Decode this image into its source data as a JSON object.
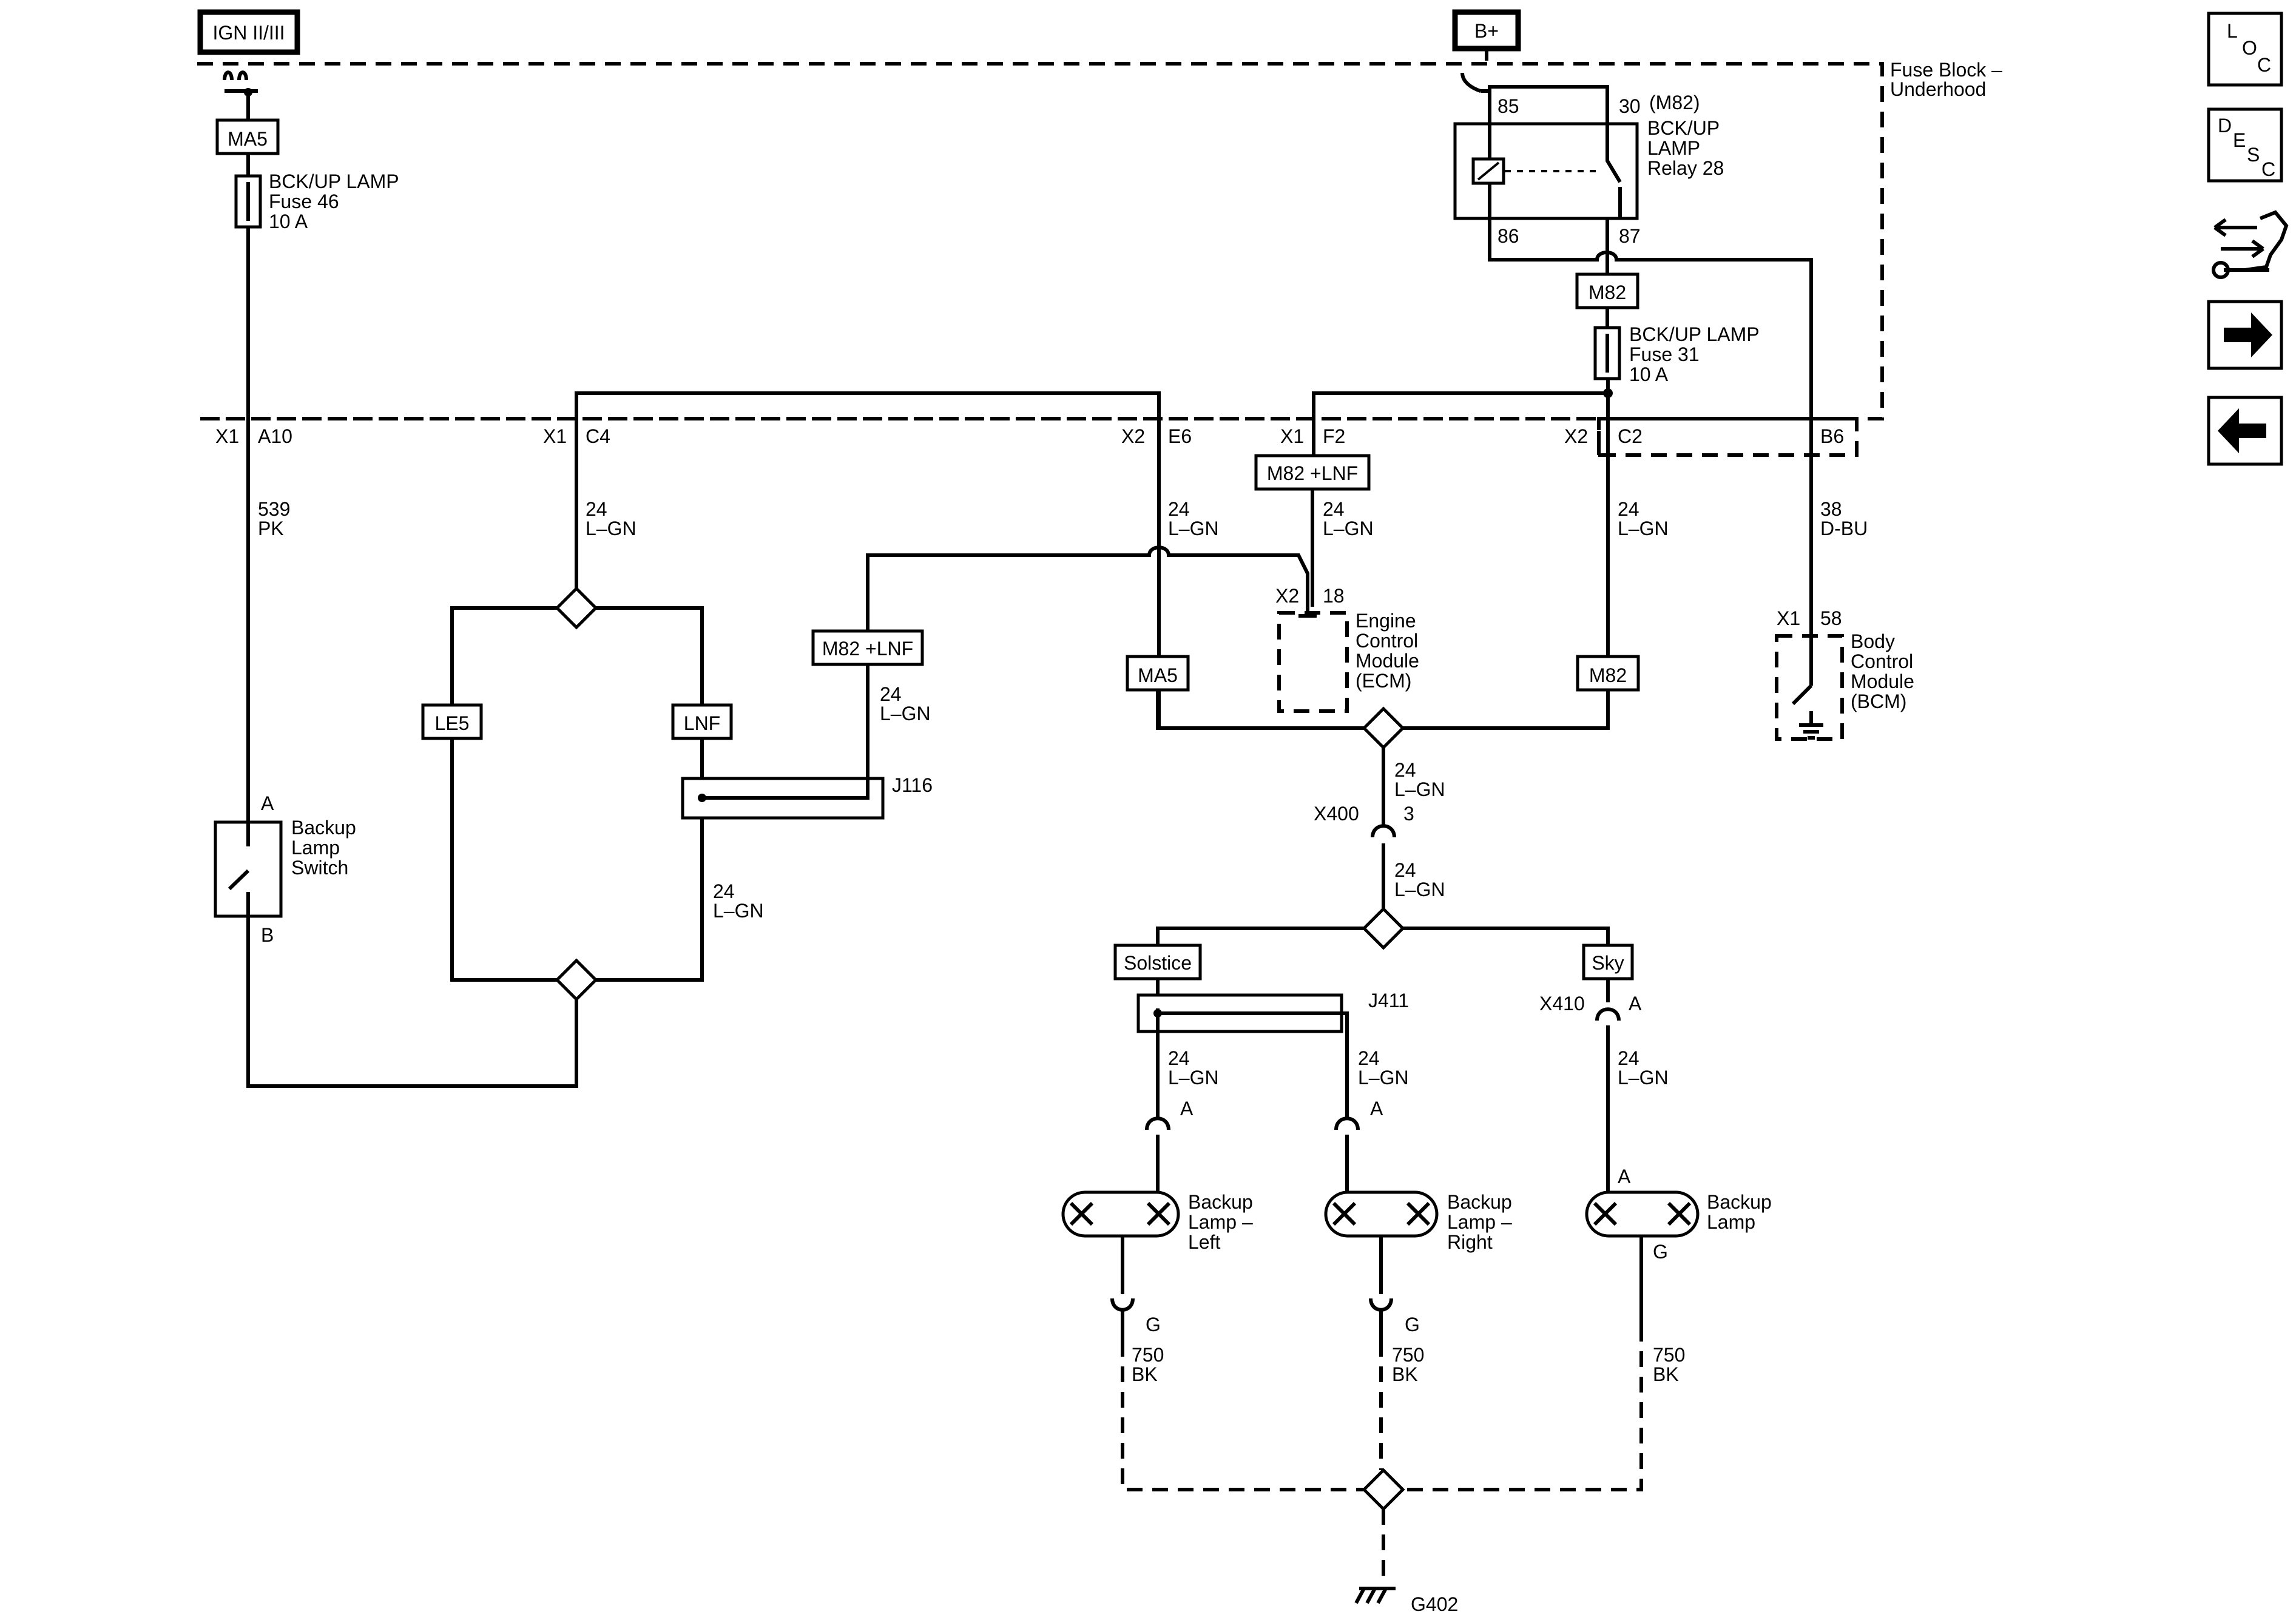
{
  "diagram": {
    "power_sources": {
      "ign": "IGN II/III",
      "battery": "B+"
    },
    "fuse_block": {
      "line1": "Fuse Block –",
      "line2": "Underhood"
    },
    "option_codes": {
      "ma5": "MA5",
      "m82": "M82",
      "m82_lnf": "M82 +LNF",
      "le5": "LE5",
      "lnf": "LNF",
      "solstice": "Solstice",
      "sky": "Sky",
      "m82_paren": "(M82)"
    },
    "fuse46": {
      "line1": "BCK/UP LAMP",
      "line2": "Fuse 46",
      "line3": "10 A"
    },
    "fuse31": {
      "line1": "BCK/UP LAMP",
      "line2": "Fuse 31",
      "line3": "10 A"
    },
    "relay": {
      "line1": "BCK/UP",
      "line2": "LAMP",
      "line3": "Relay 28",
      "pin85": "85",
      "pin30": "30",
      "pin86": "86",
      "pin87": "87"
    },
    "connectors": {
      "x1": "X1",
      "x2": "X2",
      "a10": "A10",
      "c4": "C4",
      "e6": "E6",
      "f2": "F2",
      "c2": "C2",
      "b6": "B6",
      "pin18": "18",
      "pin58": "58",
      "pin3": "3",
      "x400": "X400",
      "x410": "X410",
      "a": "A",
      "b": "B",
      "g": "G"
    },
    "wires": {
      "c539": "539",
      "pk": "PK",
      "c24": "24",
      "lgn": "L–GN",
      "c38": "38",
      "dbu": "D-BU",
      "c750": "750",
      "bk": "BK"
    },
    "splices": {
      "j116": "J116",
      "j411": "J411"
    },
    "components": {
      "switch": {
        "line1": "Backup",
        "line2": "Lamp",
        "line3": "Switch"
      },
      "ecm": {
        "line1": "Engine",
        "line2": "Control",
        "line3": "Module",
        "line4": "(ECM)"
      },
      "bcm": {
        "line1": "Body",
        "line2": "Control",
        "line3": "Module",
        "line4": "(BCM)"
      },
      "lamp_left": {
        "line1": "Backup",
        "line2": "Lamp –",
        "line3": "Left"
      },
      "lamp_right": {
        "line1": "Backup",
        "line2": "Lamp –",
        "line3": "Right"
      },
      "lamp_sky": {
        "line1": "Backup",
        "line2": "Lamp"
      }
    },
    "ground": "G402"
  },
  "nav": {
    "loc": {
      "l": "L",
      "o": "O",
      "c": "C"
    },
    "desc": {
      "d": "D",
      "e": "E",
      "s": "S",
      "c": "C"
    }
  }
}
